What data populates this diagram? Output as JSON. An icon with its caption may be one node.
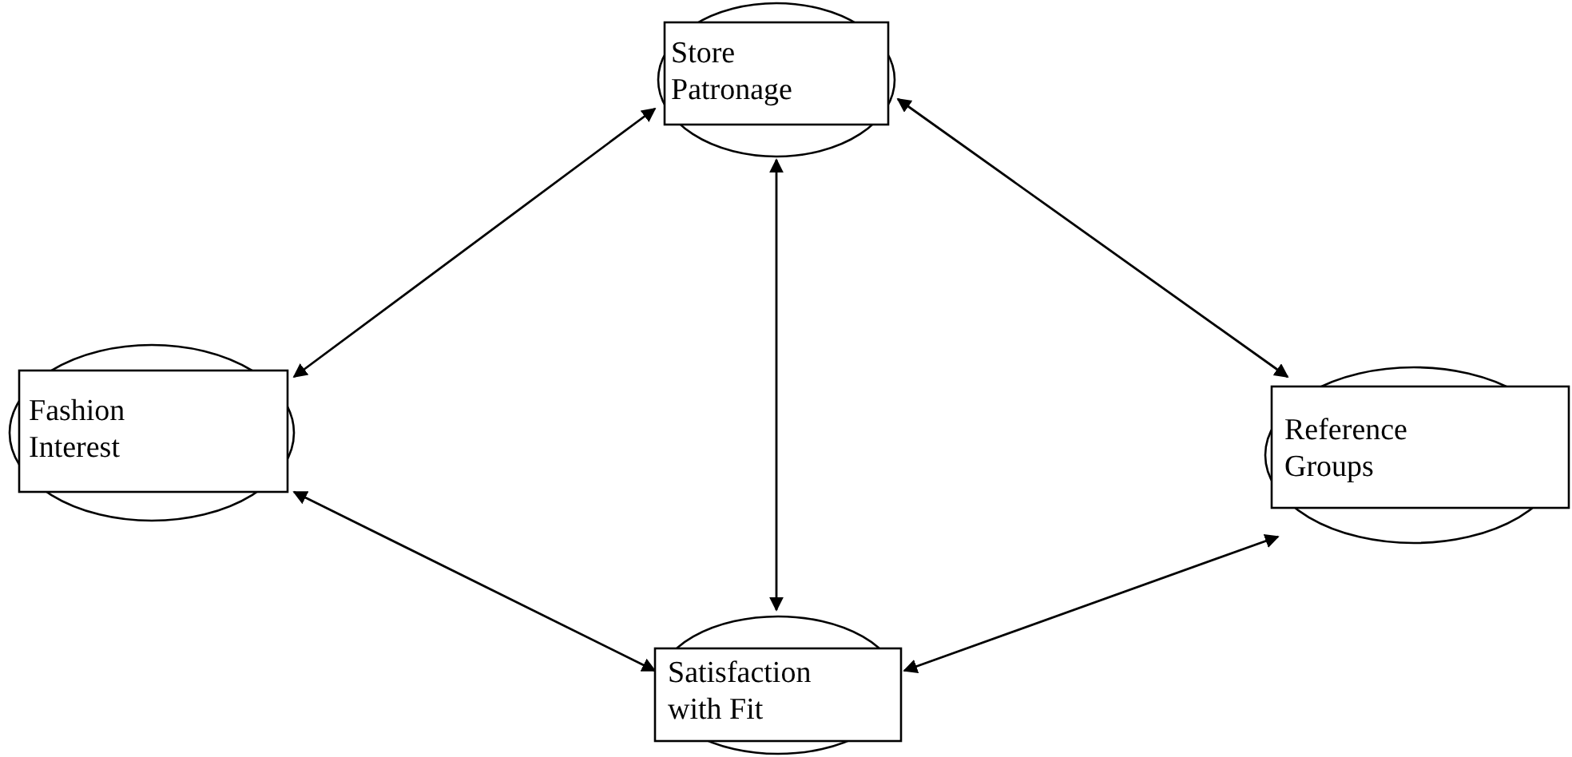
{
  "diagram": {
    "nodes": [
      {
        "text": [
          "Store Patronage"
        ]
      },
      {
        "text": [
          "Fashion Interest"
        ]
      },
      {
        "text": [
          "Reference Groups"
        ]
      },
      {
        "text": [
          "Satisfaction with Fit"
        ]
      }
    ],
    "edges": [
      {
        "from": 1,
        "to": 0,
        "arrow": "both"
      },
      {
        "from": 0,
        "to": 2,
        "arrow": "both"
      },
      {
        "from": 0,
        "to": 3,
        "arrow": "both"
      },
      {
        "from": 1,
        "to": 3,
        "arrow": "both"
      },
      {
        "from": 3,
        "to": 2,
        "arrow": "both"
      }
    ]
  }
}
